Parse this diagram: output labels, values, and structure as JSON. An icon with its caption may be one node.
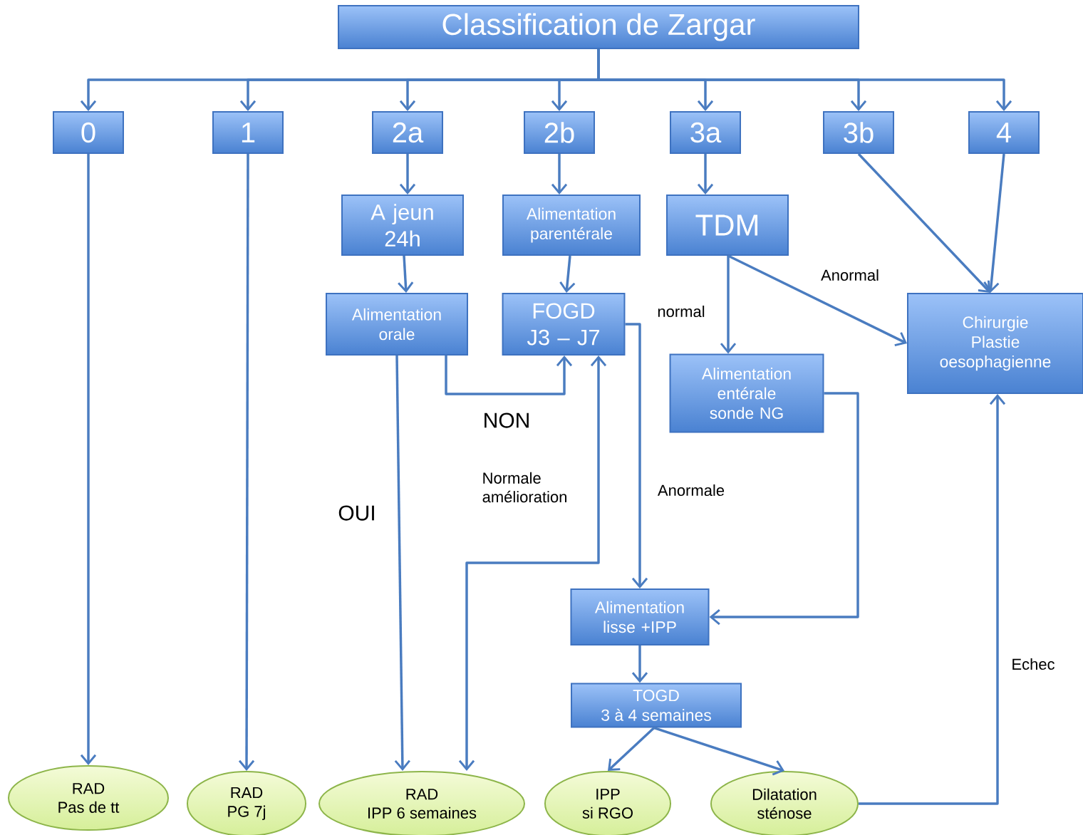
{
  "diagram": {
    "nodes": [
      {
        "text": [
          "Classification de Zargar"
        ]
      },
      {
        "text": [
          "0"
        ]
      },
      {
        "text": [
          "1"
        ]
      },
      {
        "text": [
          "2a"
        ]
      },
      {
        "text": [
          "2b"
        ]
      },
      {
        "text": [
          "3a"
        ]
      },
      {
        "text": [
          "3b"
        ]
      },
      {
        "text": [
          "4"
        ]
      },
      {
        "text": [
          "A jeun 24h"
        ]
      },
      {
        "text": [
          "Alimentation parentérale"
        ]
      },
      {
        "text": [
          "TDM"
        ]
      },
      {
        "text": [
          "Alimentation orale"
        ]
      },
      {
        "text": [
          "FOGD J3 – J7"
        ]
      },
      {
        "text": [
          "Chirurgie Plastie oesophagienne"
        ]
      },
      {
        "text": [
          "Alimentation entérale sonde NG"
        ]
      },
      {
        "text": [
          "Alimentation lisse +IPP"
        ]
      },
      {
        "text": [
          "TOGD",
          "3 à 4 semaines"
        ]
      },
      {
        "text": [
          "RAD",
          "Pas de tt"
        ]
      },
      {
        "text": [
          "RAD",
          "PG 7j"
        ]
      },
      {
        "text": [
          "RAD",
          "IPP 6 semaines"
        ]
      },
      {
        "text": [
          "IPP",
          "si RGO"
        ]
      },
      {
        "text": [
          "Dilatation",
          "sténose"
        ]
      }
    ],
    "edges": [
      {
        "from": 0,
        "to": 1,
        "arrow": "to"
      },
      {
        "from": 0,
        "to": 2,
        "arrow": "to"
      },
      {
        "from": 0,
        "to": 3,
        "arrow": "to"
      },
      {
        "from": 0,
        "to": 4,
        "arrow": "to"
      },
      {
        "from": 0,
        "to": 5,
        "arrow": "to"
      },
      {
        "from": 0,
        "to": 6,
        "arrow": "to"
      },
      {
        "from": 0,
        "to": 7,
        "arrow": "to"
      },
      {
        "from": 3,
        "to": 8,
        "arrow": "to"
      },
      {
        "from": 4,
        "to": 9,
        "arrow": "to"
      },
      {
        "from": 5,
        "to": 10,
        "arrow": "to"
      },
      {
        "from": 6,
        "to": 13,
        "arrow": "to"
      },
      {
        "from": 7,
        "to": 13,
        "arrow": "to"
      },
      {
        "from": 8,
        "to": 11,
        "arrow": "to"
      },
      {
        "from": 9,
        "to": 12,
        "arrow": "to"
      },
      {
        "from": 10,
        "to": 13,
        "arrow": "to",
        "label": "Anormal"
      },
      {
        "from": 10,
        "to": 14,
        "arrow": "to",
        "label": "normal"
      },
      {
        "from": 11,
        "to": 19,
        "arrow": "to",
        "label": "OUI"
      },
      {
        "from": 11,
        "to": 12,
        "arrow": "to",
        "label": "NON"
      },
      {
        "from": 12,
        "to": 19,
        "arrow": "both",
        "label": "Normale amélioration"
      },
      {
        "from": 12,
        "to": 15,
        "arrow": "to",
        "label": "Anormale"
      },
      {
        "from": 14,
        "to": 15,
        "arrow": "to"
      },
      {
        "from": 15,
        "to": 16,
        "arrow": "to"
      },
      {
        "from": 16,
        "to": 20,
        "arrow": "to"
      },
      {
        "from": 16,
        "to": 21,
        "arrow": "to"
      },
      {
        "from": 21,
        "to": 13,
        "arrow": "to",
        "label": "Echec"
      },
      {
        "from": 1,
        "to": 17,
        "arrow": "to"
      },
      {
        "from": 2,
        "to": 18,
        "arrow": "to"
      }
    ]
  }
}
